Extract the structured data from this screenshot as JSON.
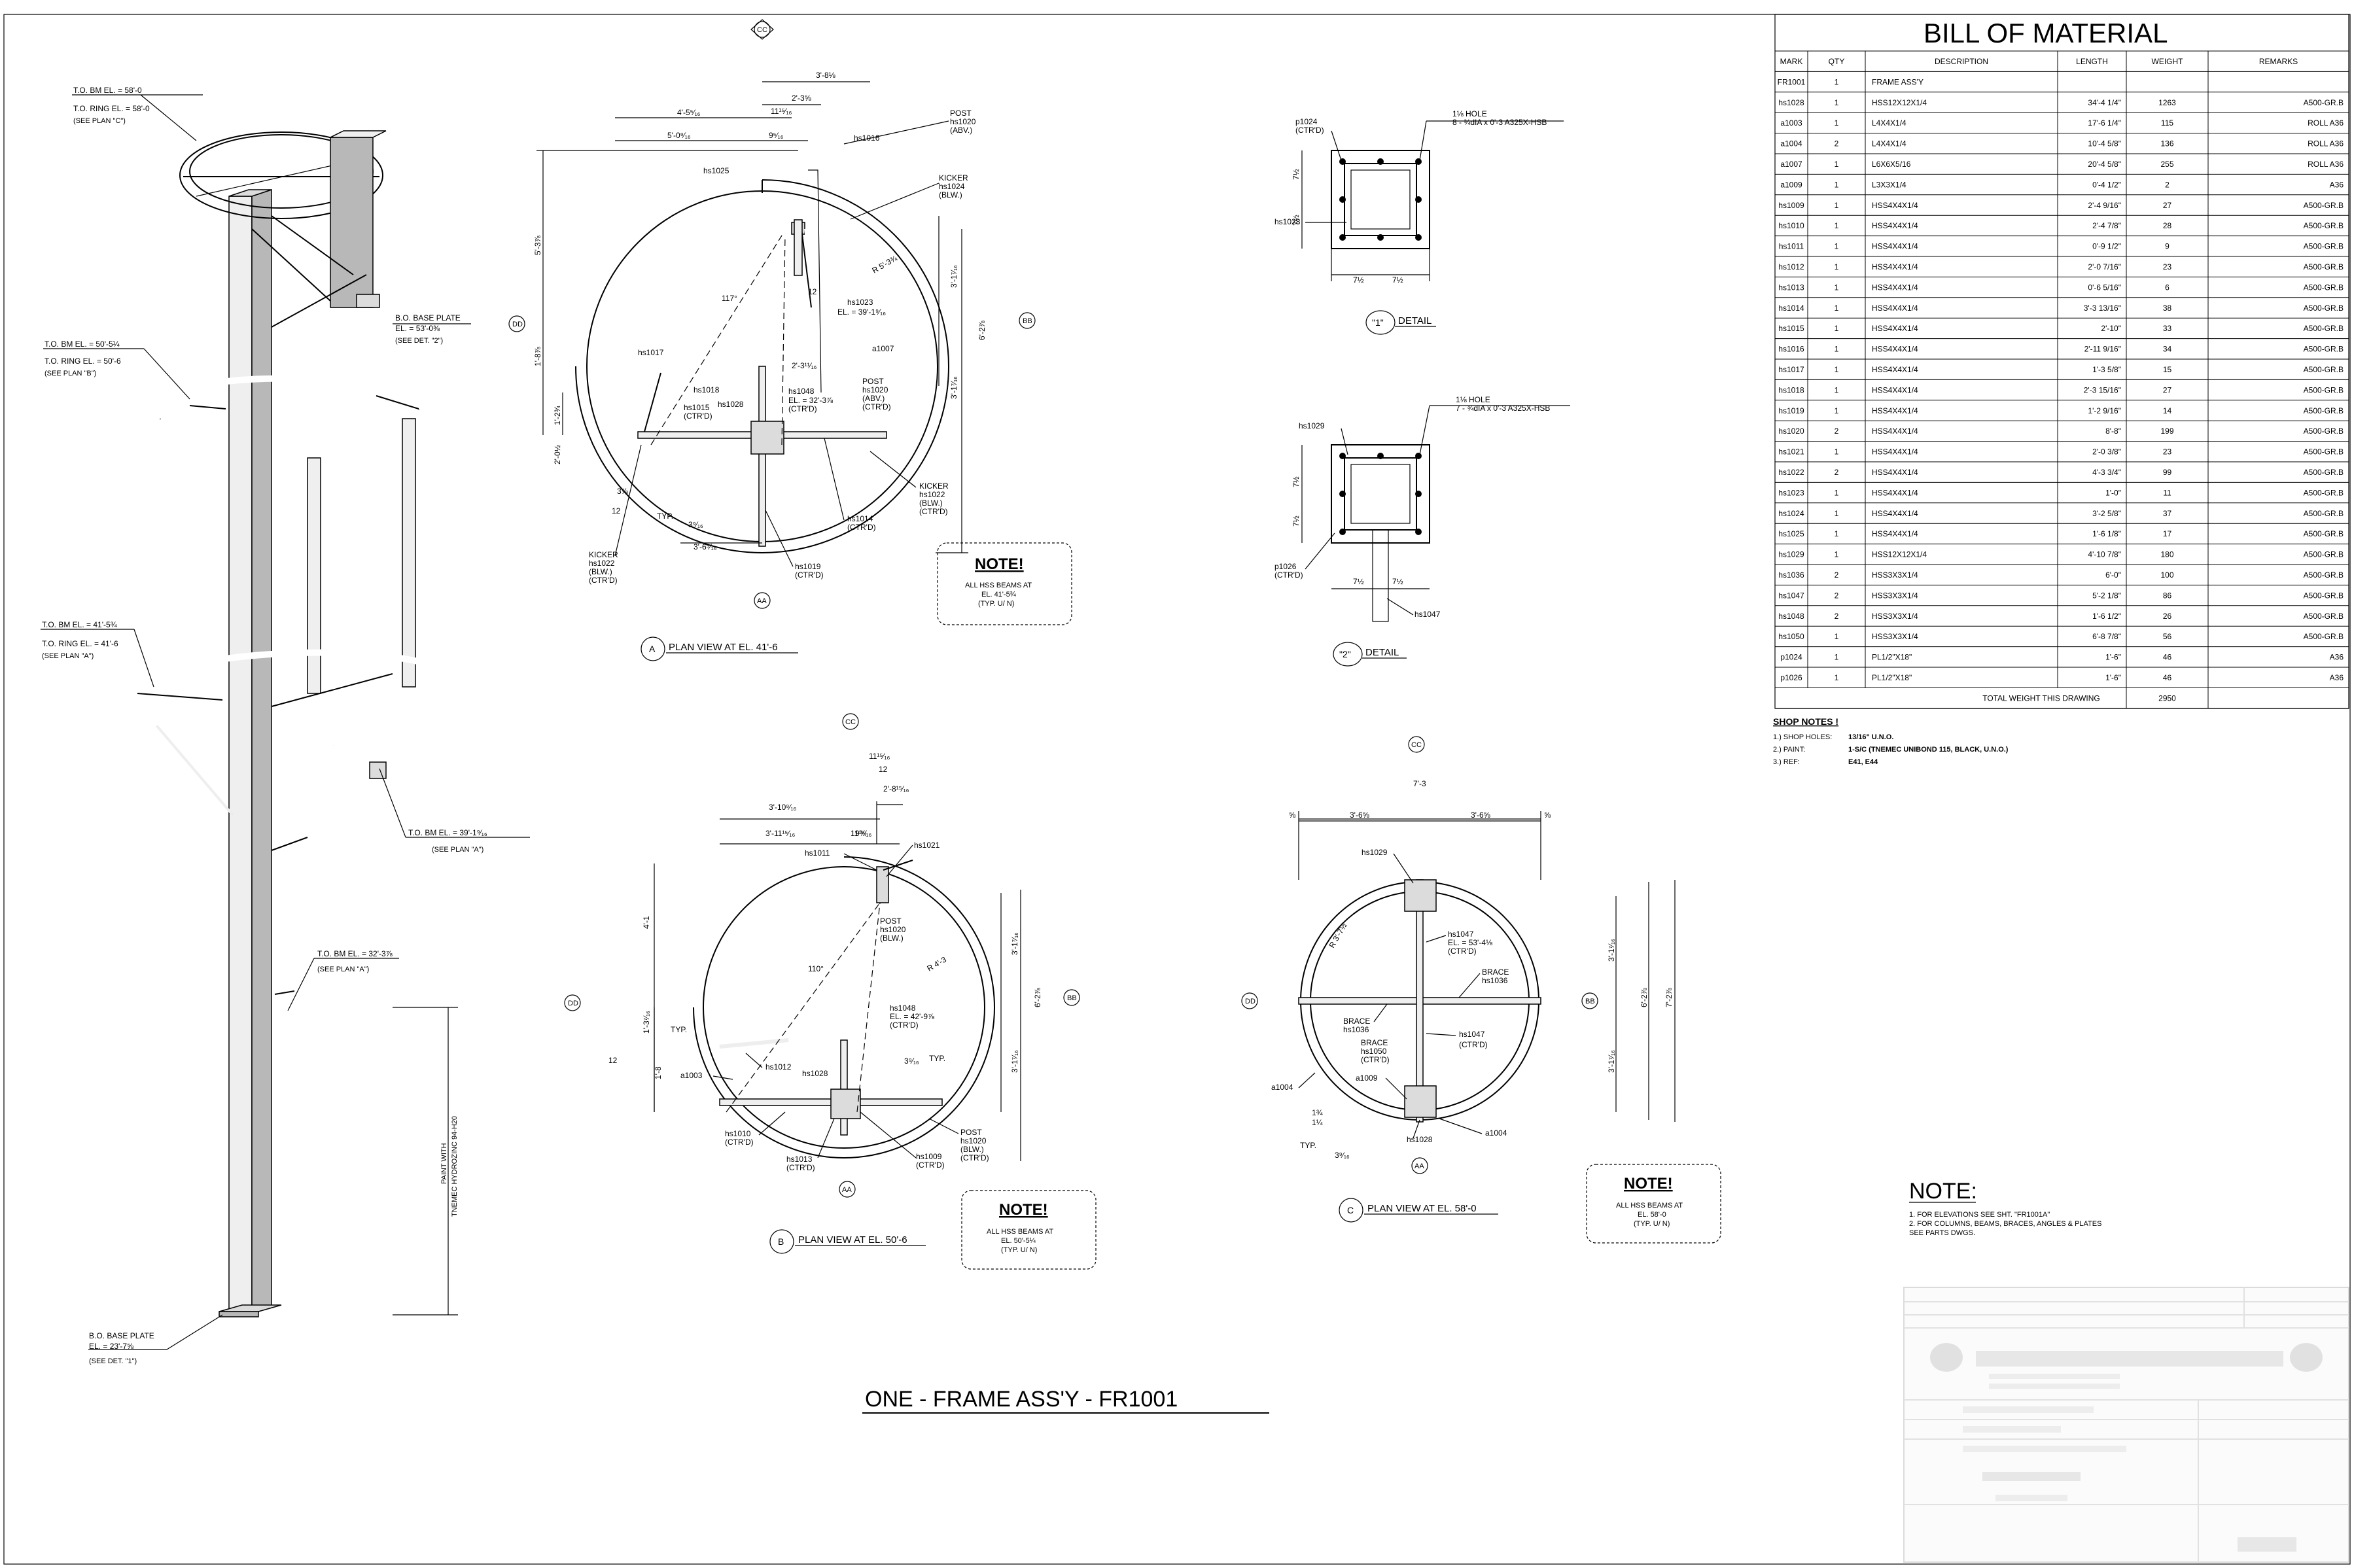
{
  "drawing_title": "ONE - FRAME ASS'Y - FR1001",
  "bom": {
    "title": "BILL OF MATERIAL",
    "headers": [
      "MARK",
      "QTY",
      "DESCRIPTION",
      "LENGTH",
      "WEIGHT",
      "REMARKS"
    ],
    "rows": [
      [
        "FR1001",
        "1",
        "FRAME ASS'Y",
        "",
        "",
        ""
      ],
      [
        "hs1028",
        "1",
        "HSS12X12X1/4",
        "34'-4 1/4\"",
        "1263",
        "A500-GR.B"
      ],
      [
        "a1003",
        "1",
        "L4X4X1/4",
        "17'-6 1/4\"",
        "115",
        "ROLL   A36"
      ],
      [
        "a1004",
        "2",
        "L4X4X1/4",
        "10'-4 5/8\"",
        "136",
        "ROLL   A36"
      ],
      [
        "a1007",
        "1",
        "L6X6X5/16",
        "20'-4 5/8\"",
        "255",
        "ROLL   A36"
      ],
      [
        "a1009",
        "1",
        "L3X3X1/4",
        "0'-4 1/2\"",
        "2",
        "A36"
      ],
      [
        "hs1009",
        "1",
        "HSS4X4X1/4",
        "2'-4 9/16\"",
        "27",
        "A500-GR.B"
      ],
      [
        "hs1010",
        "1",
        "HSS4X4X1/4",
        "2'-4 7/8\"",
        "28",
        "A500-GR.B"
      ],
      [
        "hs1011",
        "1",
        "HSS4X4X1/4",
        "0'-9 1/2\"",
        "9",
        "A500-GR.B"
      ],
      [
        "hs1012",
        "1",
        "HSS4X4X1/4",
        "2'-0 7/16\"",
        "23",
        "A500-GR.B"
      ],
      [
        "hs1013",
        "1",
        "HSS4X4X1/4",
        "0'-6 5/16\"",
        "6",
        "A500-GR.B"
      ],
      [
        "hs1014",
        "1",
        "HSS4X4X1/4",
        "3'-3 13/16\"",
        "38",
        "A500-GR.B"
      ],
      [
        "hs1015",
        "1",
        "HSS4X4X1/4",
        "2'-10\"",
        "33",
        "A500-GR.B"
      ],
      [
        "hs1016",
        "1",
        "HSS4X4X1/4",
        "2'-11 9/16\"",
        "34",
        "A500-GR.B"
      ],
      [
        "hs1017",
        "1",
        "HSS4X4X1/4",
        "1'-3 5/8\"",
        "15",
        "A500-GR.B"
      ],
      [
        "hs1018",
        "1",
        "HSS4X4X1/4",
        "2'-3 15/16\"",
        "27",
        "A500-GR.B"
      ],
      [
        "hs1019",
        "1",
        "HSS4X4X1/4",
        "1'-2 9/16\"",
        "14",
        "A500-GR.B"
      ],
      [
        "hs1020",
        "2",
        "HSS4X4X1/4",
        "8'-8\"",
        "199",
        "A500-GR.B"
      ],
      [
        "hs1021",
        "1",
        "HSS4X4X1/4",
        "2'-0 3/8\"",
        "23",
        "A500-GR.B"
      ],
      [
        "hs1022",
        "2",
        "HSS4X4X1/4",
        "4'-3 3/4\"",
        "99",
        "A500-GR.B"
      ],
      [
        "hs1023",
        "1",
        "HSS4X4X1/4",
        "1'-0\"",
        "11",
        "A500-GR.B"
      ],
      [
        "hs1024",
        "1",
        "HSS4X4X1/4",
        "3'-2 5/8\"",
        "37",
        "A500-GR.B"
      ],
      [
        "hs1025",
        "1",
        "HSS4X4X1/4",
        "1'-6 1/8\"",
        "17",
        "A500-GR.B"
      ],
      [
        "hs1029",
        "1",
        "HSS12X12X1/4",
        "4'-10 7/8\"",
        "180",
        "A500-GR.B"
      ],
      [
        "hs1036",
        "2",
        "HSS3X3X1/4",
        "6'-0\"",
        "100",
        "A500-GR.B"
      ],
      [
        "hs1047",
        "2",
        "HSS3X3X1/4",
        "5'-2 1/8\"",
        "86",
        "A500-GR.B"
      ],
      [
        "hs1048",
        "2",
        "HSS3X3X1/4",
        "1'-6 1/2\"",
        "26",
        "A500-GR.B"
      ],
      [
        "hs1050",
        "1",
        "HSS3X3X1/4",
        "6'-8 7/8\"",
        "56",
        "A500-GR.B"
      ],
      [
        "p1024",
        "1",
        "PL1/2\"X18\"",
        "1'-6\"",
        "46",
        "A36"
      ],
      [
        "p1026",
        "1",
        "PL1/2\"X18\"",
        "1'-6\"",
        "46",
        "A36"
      ]
    ],
    "total_label": "TOTAL WEIGHT THIS DRAWING",
    "total_value": "2950"
  },
  "shop_notes": {
    "title": "SHOP NOTES !",
    "lines": [
      [
        "1.) SHOP HOLES:",
        "13/16\" U.N.O."
      ],
      [
        "2.) PAINT:",
        "1-S/C (TNEMEC UNIBOND 115, BLACK, U.N.O.)"
      ],
      [
        "3.) REF:",
        "E41, E44"
      ]
    ]
  },
  "general_note": {
    "title": "NOTE:",
    "lines": [
      "1. FOR ELEVATIONS SEE SHT. \"FR1001A\"",
      "2. FOR COLUMNS, BEAMS, BRACES, ANGLES & PLATES",
      "    SEE PARTS DWGS."
    ]
  },
  "elevation": {
    "to_bm_58": "T.O. BM EL. = 58'-0",
    "to_ring_58": "T.O. RING EL. = 58'-0",
    "see_plan_c": "(SEE PLAN \"C\")",
    "to_bm_50": "T.O. BM EL. = 50'-5¼",
    "to_ring_50": "T.O. RING EL. = 50'-6",
    "see_plan_b": "(SEE PLAN \"B\")",
    "to_bm_41": "T.O. BM EL. = 41'-5¾",
    "to_ring_41": "T.O. RING EL. = 41'-6",
    "see_plan_a": "(SEE PLAN \"A\")",
    "bo_base_top_1": "B.O. BASE PLATE",
    "bo_base_top_2": "EL. = 53'-0⅜",
    "see_det_2": "(SEE DET. \"2\")",
    "to_bm_39": "T.O. BM EL. = 39'-1⁹⁄₁₆",
    "see_plan_a2": "(SEE PLAN \"A\")",
    "to_bm_32": "T.O. BM EL. = 32'-3⅞",
    "see_plan_a3": "(SEE PLAN \"A\")",
    "paint_1": "PAINT WITH",
    "paint_2": "TNEMEC HYDROZINC 94-H20",
    "bo_base_bot_1": "B.O. BASE PLATE",
    "bo_base_bot_2": "EL. = 23'-7⅝",
    "see_det_1": "(SEE DET. \"1\")"
  },
  "plan_a": {
    "title": "PLAN VIEW AT EL. 41'-6",
    "letter": "A",
    "dims": [
      "3'-8⅛",
      "2'-3⅝",
      "11¹⁵⁄₁₆",
      "4'-5⁵⁄₁₆",
      "5'-0⁹⁄₁₆",
      "9⁵⁄₁₆",
      "5'-3⅞",
      "6'-2⅞",
      "3'-1⁷⁄₁₆",
      "3'-1⁷⁄₁₆",
      "1'-8⅞",
      "1'-2¾",
      "2'-0½",
      "3'-6⁵⁄₁₆",
      "2'-3¹¹⁄₁₆",
      "R 5'-3¾",
      "117°",
      "12",
      "3⅞",
      "12"
    ],
    "labels": [
      "POST",
      "hs1020",
      "(ABV.)",
      "hs1016",
      "hs1025",
      "KICKER",
      "hs1024",
      "(BLW.)",
      "hs1023",
      "EL. = 39'-1⁹⁄₁₆",
      "a1007",
      "hs1017",
      "hs1018",
      "hs1015",
      "(CTR'D)",
      "hs1028",
      "hs1048",
      "EL. = 32'-3⅞",
      "(CTR'D)",
      "POST",
      "hs1020",
      "(ABV.)",
      "(CTR'D)",
      "KICKER",
      "hs1022",
      "(BLW.)",
      "(CTR'D)",
      "hs1014",
      "(CTR'D)",
      "hs1019",
      "(CTR'D)",
      "KICKER",
      "hs1022",
      "(BLW.)",
      "(CTR'D)",
      "TYP.",
      "3⁹⁄₁₆"
    ],
    "note_title": "NOTE!",
    "note_lines": [
      "ALL HSS BEAMS AT",
      "EL. 41'-5¾",
      "(TYP. U/ N)"
    ]
  },
  "plan_b": {
    "title": "PLAN VIEW AT EL. 50'-6",
    "letter": "B",
    "dims": [
      "11¹⁵⁄₁₆",
      "2'-8¹⁵⁄₁₆",
      "3'-10⁹⁄₁₆",
      "3'-11¹⁵⁄₁₆",
      "11¹⁵⁄₁₆",
      "9¾",
      "4'-1",
      "3'-1⁷⁄₁₆",
      "6'-2⅞",
      "3'-1⁷⁄₁₆",
      "1'-3⁷⁄₁₆",
      "1'-8",
      "R 4'-3",
      "110°",
      "12",
      "12",
      "3⁹⁄₁₆"
    ],
    "labels": [
      "hs1011",
      "hs1021",
      "POST",
      "hs1020",
      "(BLW.)",
      "hs1048",
      "EL. = 42'-9⅞",
      "(CTR'D)",
      "TYP.",
      "hs1012",
      "a1003",
      "hs1028",
      "TYP.",
      "hs1010",
      "(CTR'D)",
      "hs1013",
      "(CTR'D)",
      "hs1009",
      "(CTR'D)",
      "POST",
      "hs1020",
      "(BLW.)",
      "(CTR'D)"
    ],
    "note_title": "NOTE!",
    "note_lines": [
      "ALL HSS BEAMS AT",
      "EL. 50'-5¼",
      "(TYP. U/ N)"
    ]
  },
  "plan_c": {
    "title": "PLAN VIEW AT EL. 58'-0",
    "letter": "C",
    "dims": [
      "7'-3",
      "3'-6⅝",
      "3'-6⅝",
      "⅝",
      "⅝",
      "3'-1⁷⁄₁₆",
      "6'-2⅞",
      "7'-2⅞",
      "3'-1⁷⁄₁₆",
      "R 3'-7½",
      "1¾",
      "1¼"
    ],
    "labels": [
      "hs1029",
      "hs1047",
      "EL. = 53'-4⅛",
      "(CTR'D)",
      "BRACE",
      "hs1036",
      "BRACE",
      "hs1036",
      "BRACE",
      "hs1050",
      "(CTR'D)",
      "hs1047",
      "(CTR'D)",
      "a1009",
      "a1004",
      "hs1028",
      "a1004",
      "TYP.",
      "3⁹⁄₁₆"
    ],
    "note_title": "NOTE!",
    "note_lines": [
      "ALL HSS BEAMS AT",
      "EL. 58'-0",
      "(TYP. U/ N)"
    ]
  },
  "detail_1": {
    "title": "DETAIL",
    "num": "\"1\"",
    "hole_1": "1⅛ HOLE",
    "hole_2": "8 - ¾dIA x 0'-3 A325X-HSB",
    "labels": [
      "p1024",
      "(CTR'D)",
      "hs1028"
    ],
    "dims": [
      "7½",
      "7½",
      "7½",
      "7½"
    ]
  },
  "detail_2": {
    "title": "DETAIL",
    "num": "\"2\"",
    "hole_1": "1⅛ HOLE",
    "hole_2": "7 - ¾dIA x 0'-3 A325X-HSB",
    "labels": [
      "hs1029",
      "p1026",
      "(CTR'D)",
      "hs1047"
    ],
    "dims": [
      "7½",
      "7½",
      "7½",
      "7½"
    ]
  },
  "section_marks": {
    "cc": "CC",
    "dd": "DD",
    "bb": "BB",
    "aa": "AA"
  },
  "colors": {
    "line": "#000000",
    "paper": "#ffffff",
    "steel_light": "#efefef",
    "steel_mid": "#dcdcdc",
    "steel_dark": "#b8b8b8"
  }
}
